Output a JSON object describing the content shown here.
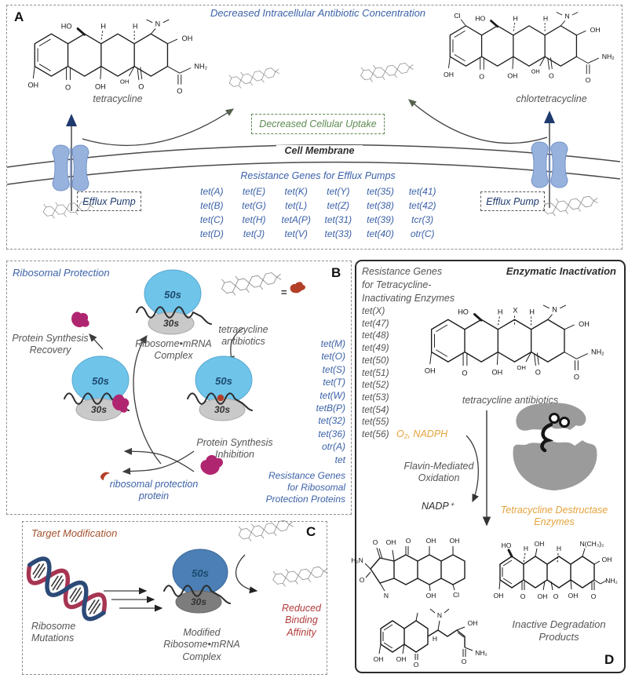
{
  "colors": {
    "blue_text": "#3c62a8",
    "navy": "#1e3a6e",
    "green_text": "#5d8a50",
    "brown_title": "#a2522f",
    "red_text": "#b23b3b",
    "orange_text": "#e5a23c",
    "gray_text": "#555555",
    "ribosome_blue": "#6fc4ea",
    "ribosome_blue_dark": "#4b7fb5",
    "ribosome_gray": "#c9c9c9",
    "ribosome_gray_dark": "#7d7d7d",
    "pump_fill": "#97b2dd",
    "pump_edge": "#7492c9",
    "magenta": "#b02570",
    "red_blob": "#b33f28",
    "enzyme_gray": "#9b9b9b",
    "dna_red": "#a63552",
    "dna_blue": "#2c4a78"
  },
  "panelA": {
    "label": "A",
    "title": "Decreased Intracellular Antibiotic Concentration",
    "molecule_left_name": "tetracycline",
    "molecule_right_name": "chlortetracycline",
    "uptake_label": "Decreased Cellular Uptake",
    "membrane_label": "Cell Membrane",
    "efflux_pump_left": "Efflux Pump",
    "efflux_pump_right": "Efflux Pump",
    "genes_title": "Resistance Genes for Efflux Pumps",
    "genes": [
      [
        "tet(A)",
        "tet(E)",
        "tet(K)",
        "tet(Y)",
        "tet(35)",
        "tet(41)"
      ],
      [
        "tet(B)",
        "tet(G)",
        "tet(L)",
        "tet(Z)",
        "tet(38)",
        "tet(42)"
      ],
      [
        "tet(C)",
        "tet(H)",
        "tetA(P)",
        "tet(31)",
        "tet(39)",
        "tcr(3)"
      ],
      [
        "tet(D)",
        "tet(J)",
        "tet(V)",
        "tet(33)",
        "tet(40)",
        "otr(C)"
      ]
    ]
  },
  "panelB": {
    "label": "B",
    "title": "Ribosomal Protection",
    "recovery_label": "Protein Synthesis Recovery",
    "complex_label": "Ribosome•mRNA Complex",
    "antibiotics_label": "tetracycline antibiotics",
    "equals": "=",
    "inhibition_label": "Protein Synthesis Inhibition",
    "protection_label": "ribosomal protection protein",
    "genes": [
      "tet(M)",
      "tet(O)",
      "tet(S)",
      "tet(T)",
      "tet(W)",
      "tetB(P)",
      "tet(32)",
      "tet(36)",
      "otr(A)",
      "tet"
    ],
    "genes_caption_lines": [
      "Resistance Genes",
      "for Ribosomal",
      "Protection Proteins"
    ]
  },
  "panelC": {
    "label": "C",
    "title": "Target Modification",
    "mutations_label": "Ribosome Mutations",
    "modified_label": "Modified Ribosome•mRNA Complex",
    "reduced_label": "Reduced Binding Affinity"
  },
  "panelD": {
    "label": "D",
    "title": "Enzymatic Inactivation",
    "genes_title_lines": [
      "Resistance Genes",
      "for Tetracycline-",
      "Inactivating Enzymes"
    ],
    "genes": [
      "tet(X)",
      "tet(47)",
      "tet(48)",
      "tet(49)",
      "tet(50)",
      "tet(51)",
      "tet(52)",
      "tet(53)",
      "tet(54)",
      "tet(55)",
      "tet(56)"
    ],
    "antibiotics_label": "tetracycline antibiotics",
    "cofactor_label": "O₂, NADPH",
    "oxidation_label": "Flavin-Mediated Oxidation",
    "nadp_label": "NADP⁺",
    "destructase_label": "Tetracycline Destructase Enzymes",
    "products_label": "Inactive Degradation Products"
  },
  "ribosome": {
    "large": "50s",
    "small": "30s"
  },
  "molecules": {
    "tetracycline": [
      "HO",
      "H",
      "H",
      "N",
      "OH",
      "NH₂",
      "OH",
      "O",
      "OH",
      "OH",
      "O",
      "O"
    ],
    "chlortetracycline": [
      "Cl",
      "HO",
      "H",
      "H",
      "N",
      "OH",
      "NH₂",
      "OH",
      "O",
      "OH",
      "OH",
      "O",
      "O"
    ],
    "tetracycline_x": [
      "HO",
      "H",
      "X",
      "H",
      "N",
      "OH",
      "NH₂",
      "OH",
      "O",
      "OH",
      "OH",
      "O",
      "O"
    ],
    "product1": [
      "O",
      "OH",
      "O",
      "OH",
      "OH",
      "H₂N",
      "O",
      "N",
      "OH",
      "Cl"
    ],
    "product2": [
      "HO",
      "H",
      "OH",
      "H",
      "N(CH₃)₂",
      "OH",
      "NH₂",
      "OH",
      "O",
      "OH",
      "O",
      "OH",
      "O"
    ],
    "product3": [
      "H",
      "N",
      "OH",
      "NH₂",
      "OH",
      "OH",
      "O",
      "O"
    ]
  }
}
